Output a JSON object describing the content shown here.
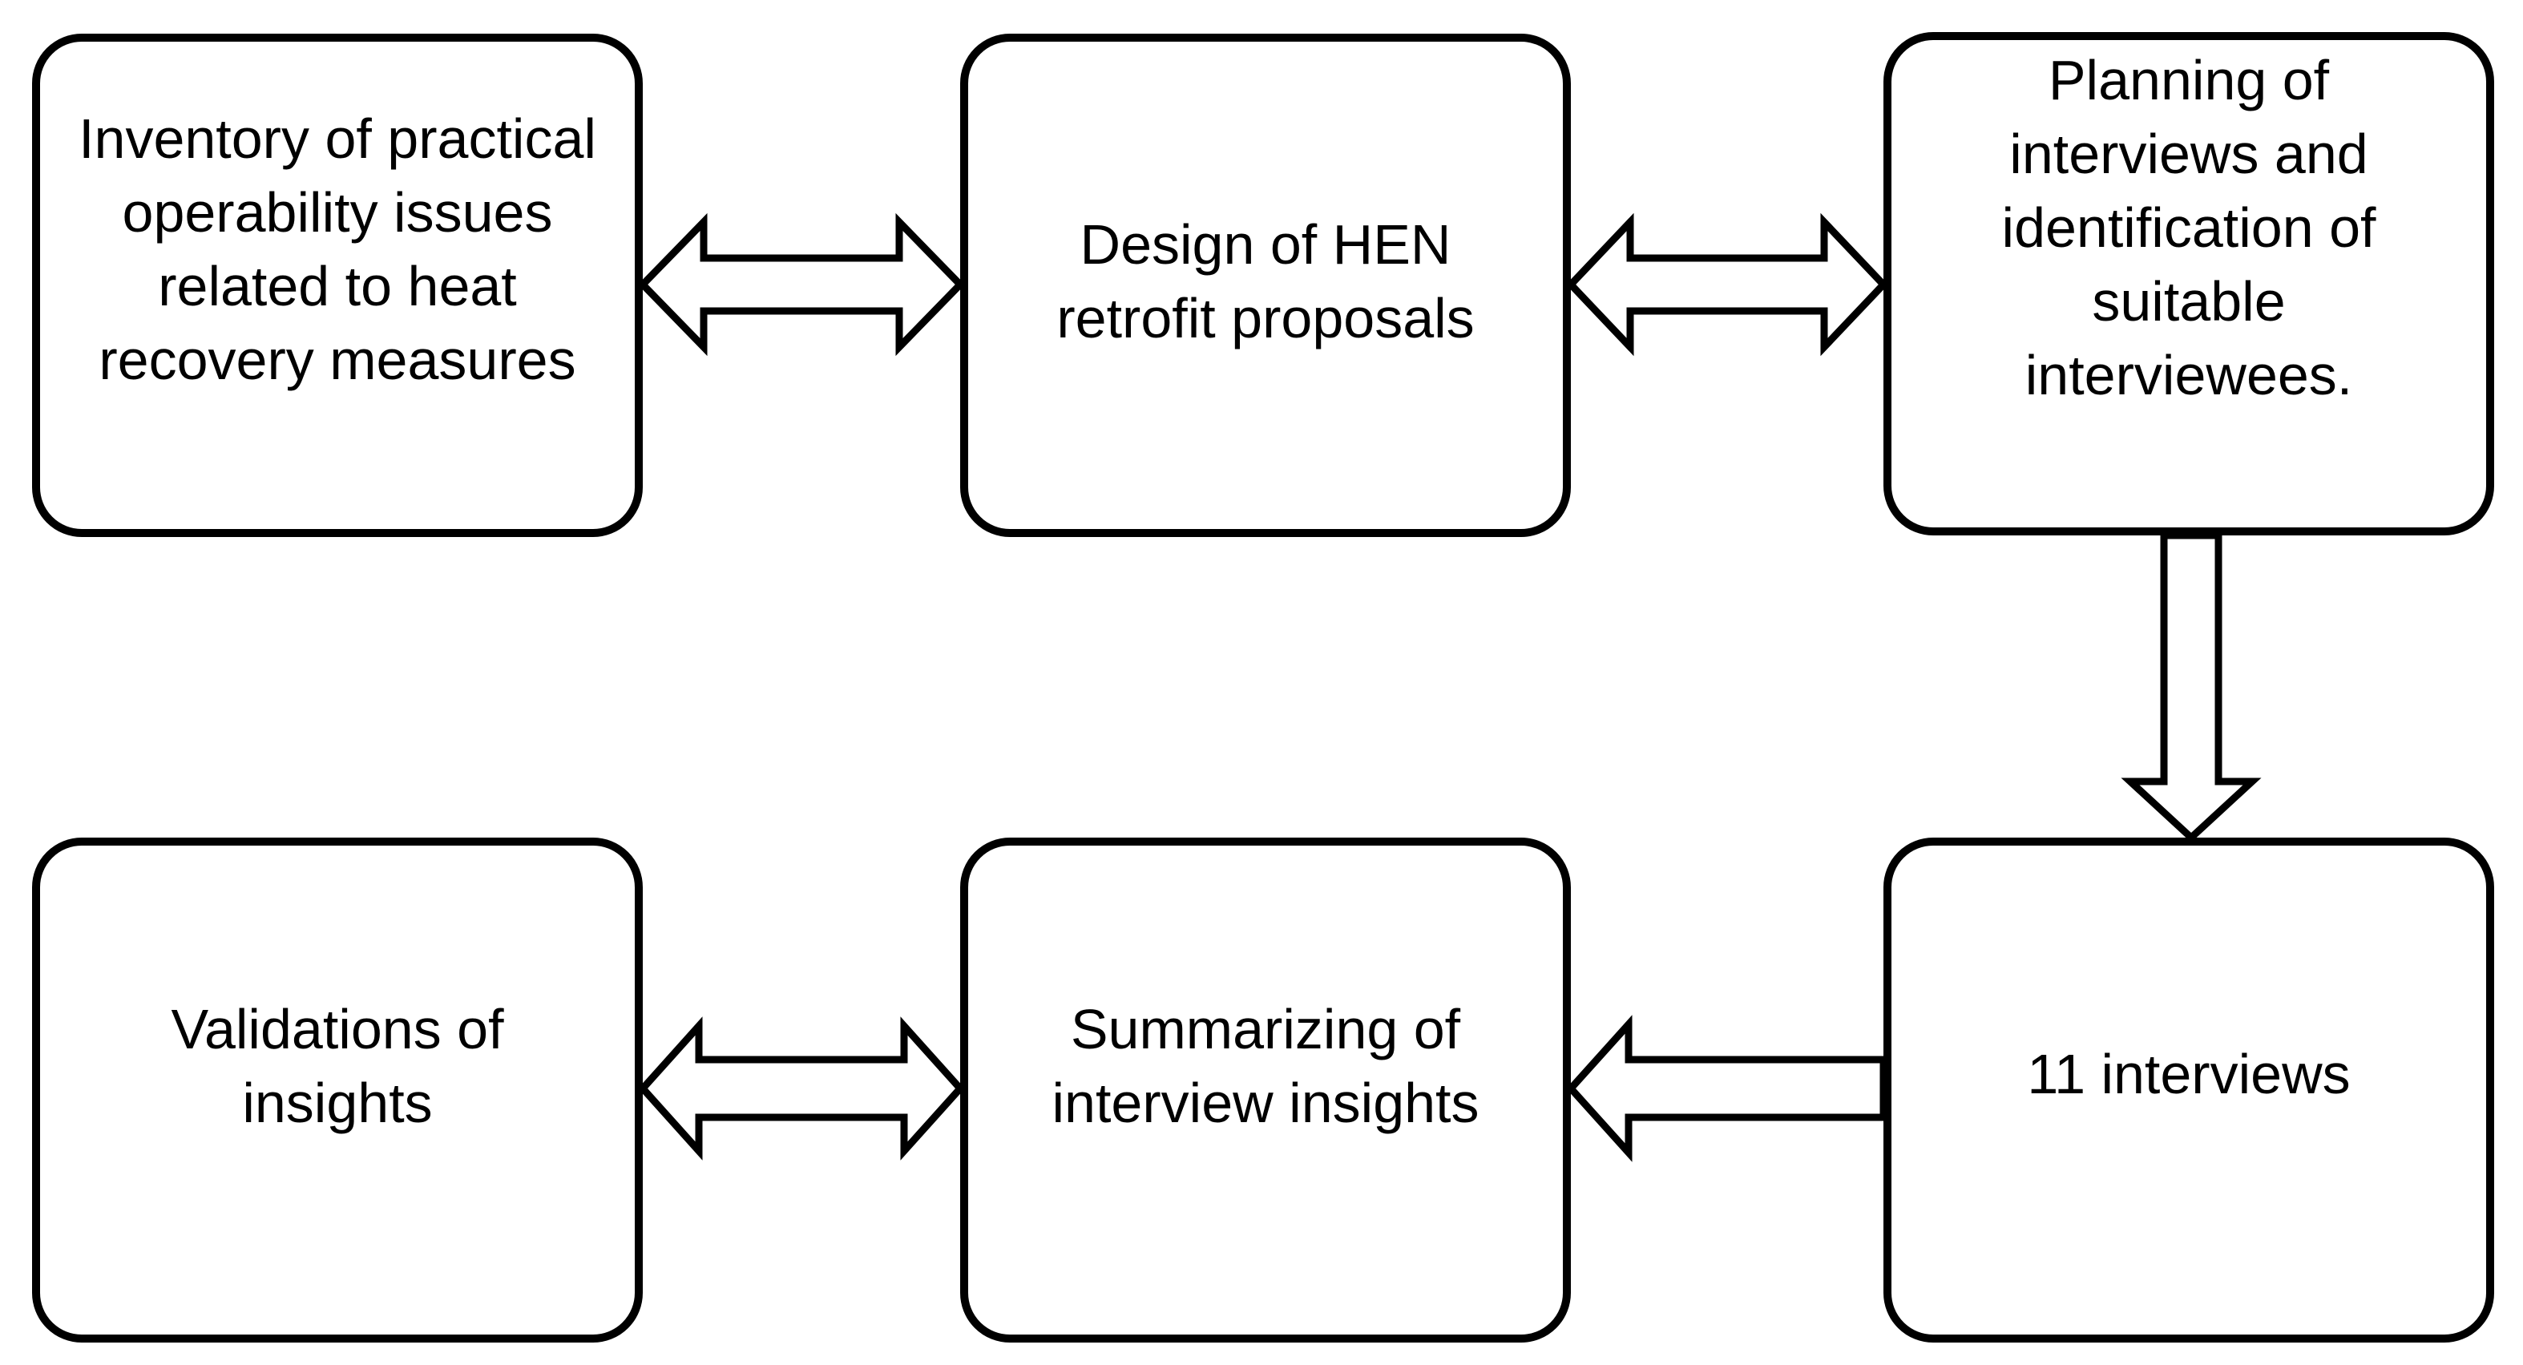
{
  "diagram": {
    "nodes": [
      {
        "id": "inventory",
        "label": "Inventory of practical\noperability issues\nrelated to heat\nrecovery measures"
      },
      {
        "id": "design",
        "label": "Design of HEN\nretrofit proposals"
      },
      {
        "id": "planning",
        "label": "Planning of\ninterviews and\nidentification of\nsuitable\ninterviewees."
      },
      {
        "id": "interviews",
        "label": "11 interviews"
      },
      {
        "id": "summarizing",
        "label": "Summarizing of\ninterview insights"
      },
      {
        "id": "validations",
        "label": "Validations of\ninsights"
      }
    ],
    "edges": [
      {
        "from": "inventory",
        "to": "design",
        "direction": "bidirectional"
      },
      {
        "from": "design",
        "to": "planning",
        "direction": "bidirectional"
      },
      {
        "from": "planning",
        "to": "interviews",
        "direction": "forward"
      },
      {
        "from": "interviews",
        "to": "summarizing",
        "direction": "forward"
      },
      {
        "from": "validations",
        "to": "summarizing",
        "direction": "bidirectional"
      }
    ],
    "colors": {
      "stroke": "#000000",
      "fill": "#ffffff",
      "text": "#000000"
    }
  }
}
